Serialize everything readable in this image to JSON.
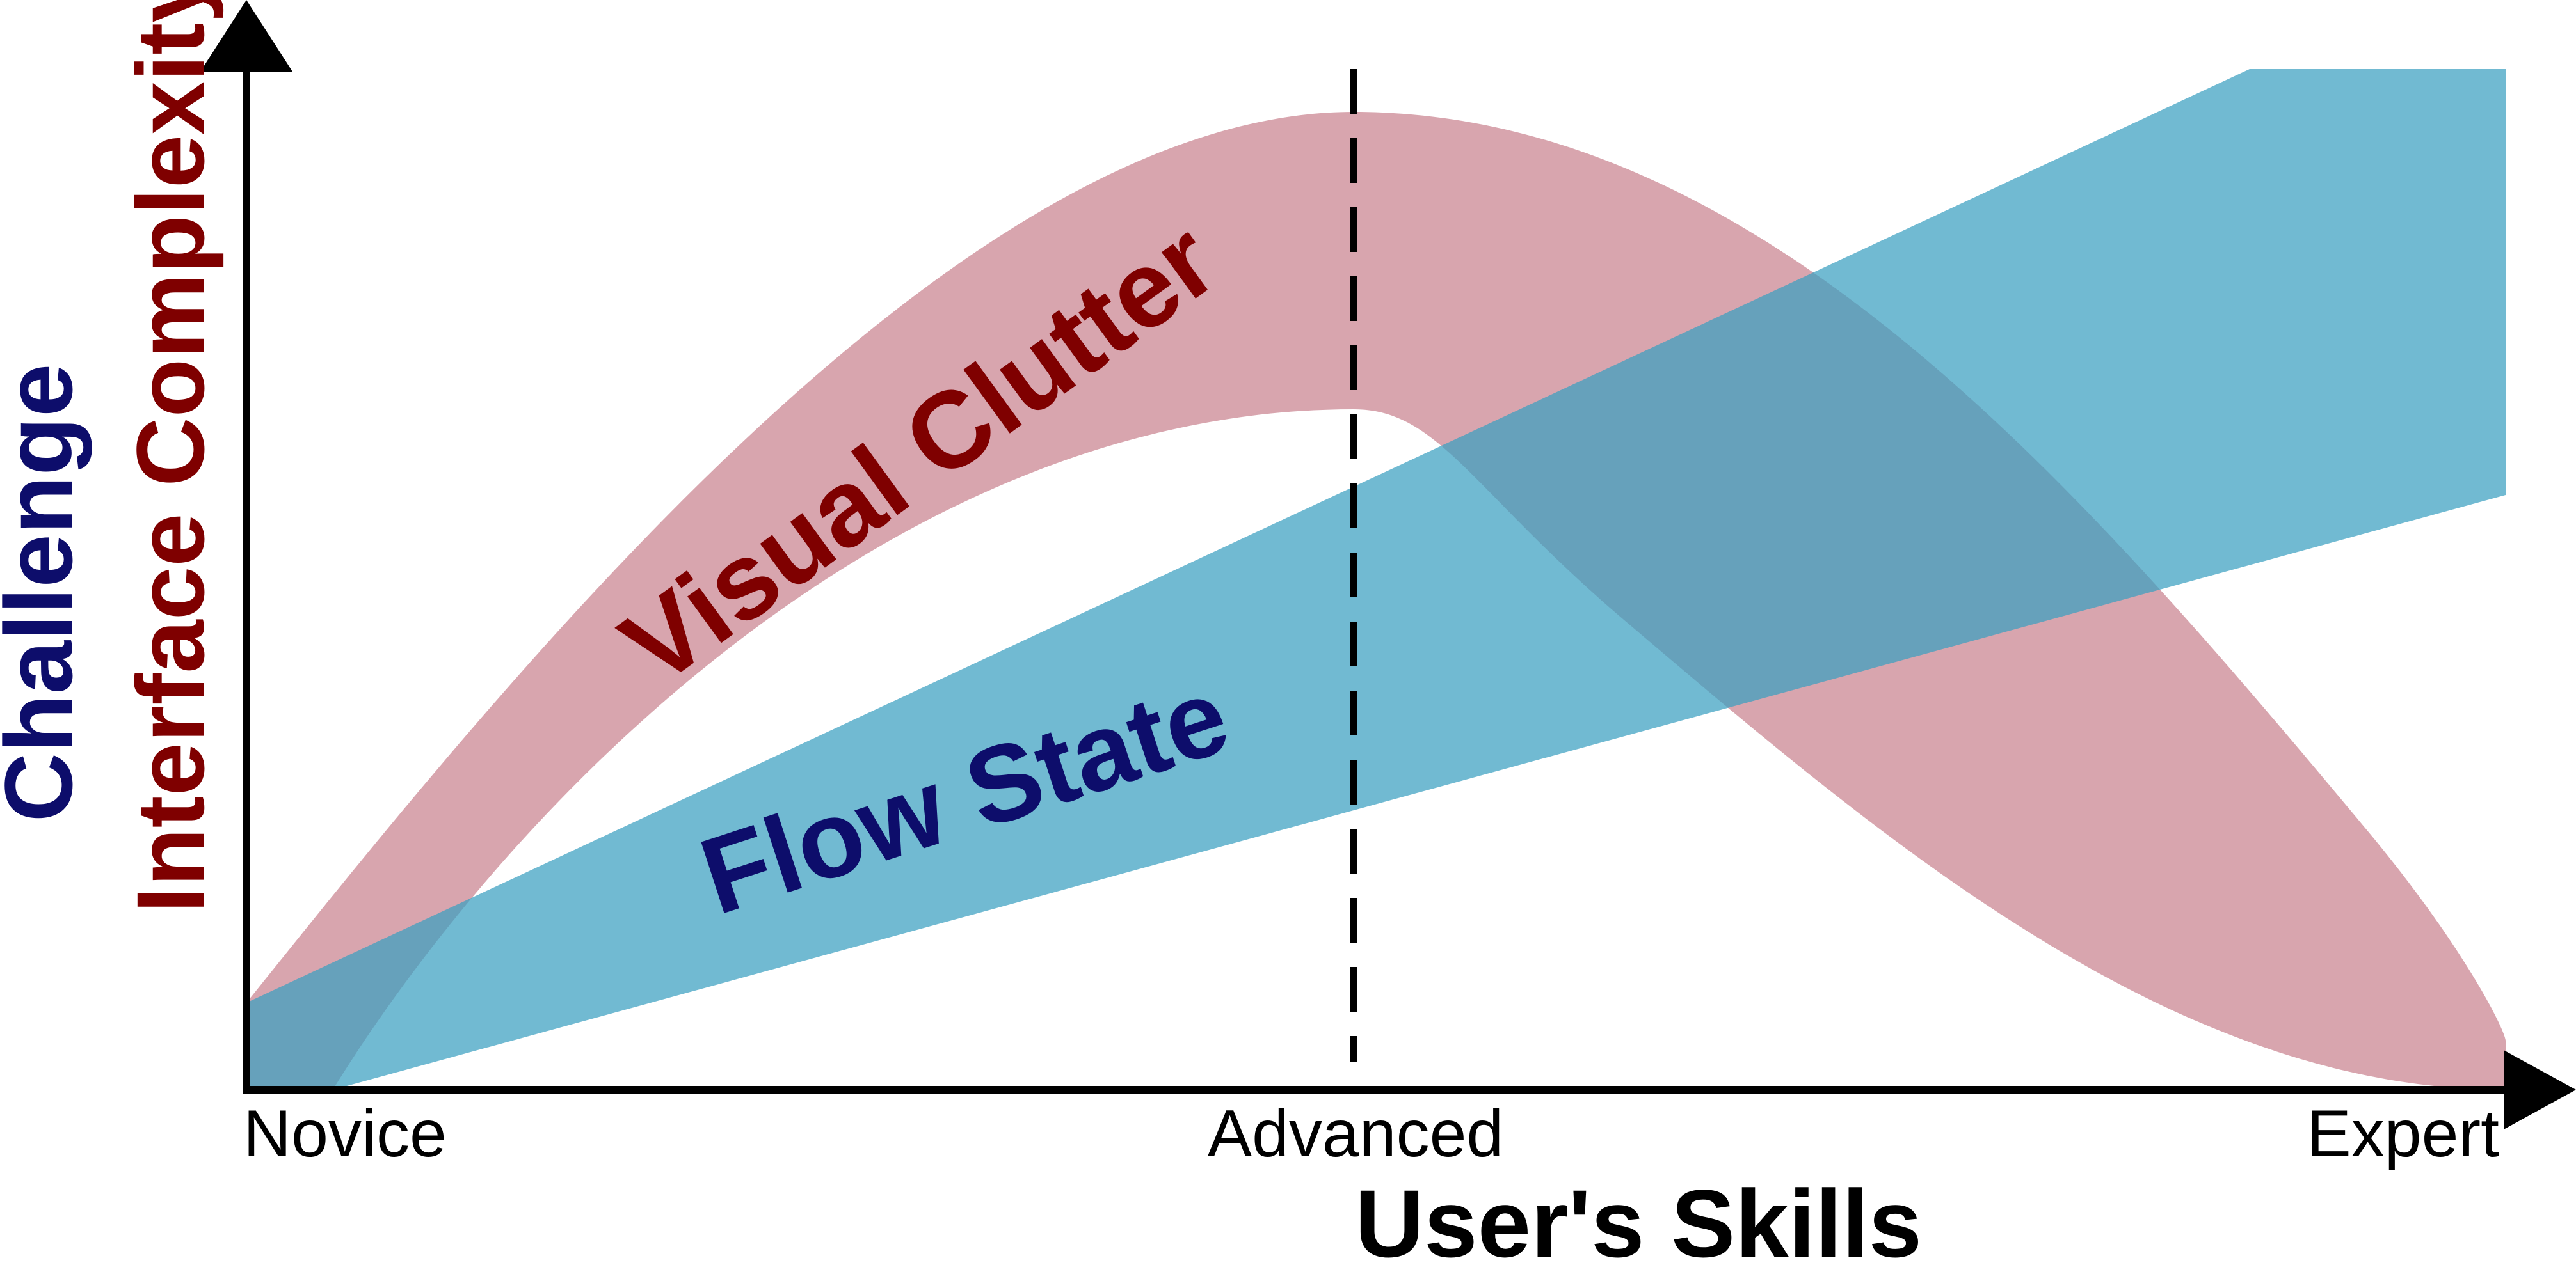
{
  "diagram": {
    "x_axis": {
      "title": "User's Skills",
      "ticks": [
        "Novice",
        "Advanced",
        "Expert"
      ]
    },
    "y_axis": {
      "title_primary": "Interface Complexity",
      "title_secondary": "Challenge"
    },
    "bands": {
      "visual_clutter": {
        "label": "Visual Clutter"
      },
      "flow_state": {
        "label": "Flow State"
      }
    },
    "colors": {
      "visual_clutter_fill": "#c67b88",
      "visual_clutter_text": "#7f0000",
      "flow_state_fill": "#3aa0c0",
      "flow_state_text": "#0d0d6b",
      "overlap": "#8c8595",
      "axis": "#000000"
    }
  }
}
